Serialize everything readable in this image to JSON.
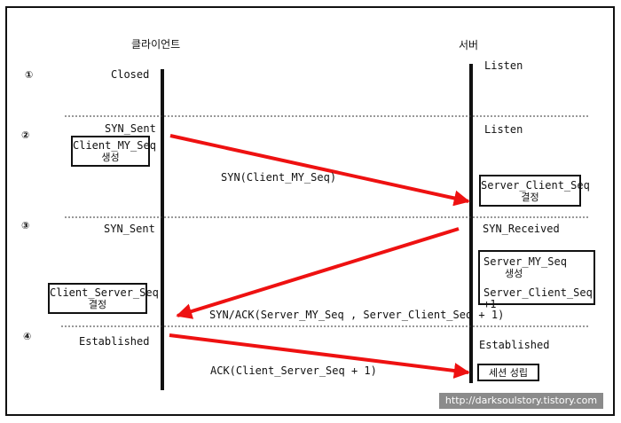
{
  "headers": {
    "client": "클라이언트",
    "server": "서버"
  },
  "steps": [
    "①",
    "②",
    "③",
    "④"
  ],
  "client_states": [
    "Closed",
    "SYN_Sent",
    "SYN_Sent",
    "Established"
  ],
  "server_states": [
    "Listen",
    "Listen",
    "SYN_Received",
    "Established"
  ],
  "client_boxes": [
    {
      "line1": "Client_MY_Seq",
      "line2": "생성"
    },
    {
      "line1": "Client_Server_Seq",
      "line2": "결정"
    }
  ],
  "server_boxes": [
    {
      "line1": "Server_Client_Seq",
      "line2": "결정"
    },
    {
      "line1": "Server_MY_Seq",
      "line2": "생성",
      "line3": "Server_Client_Seq +1"
    },
    {
      "line1": "세션 성립"
    }
  ],
  "messages": [
    "SYN(Client_MY_Seq)",
    "SYN/ACK(Server_MY_Seq , Server_Client_Seq + 1)",
    "ACK(Client_Server_Seq + 1)"
  ],
  "watermark": "http://darksoulstory.tistory.com",
  "colors": {
    "arrow": "#ee1111",
    "line": "#111111"
  }
}
